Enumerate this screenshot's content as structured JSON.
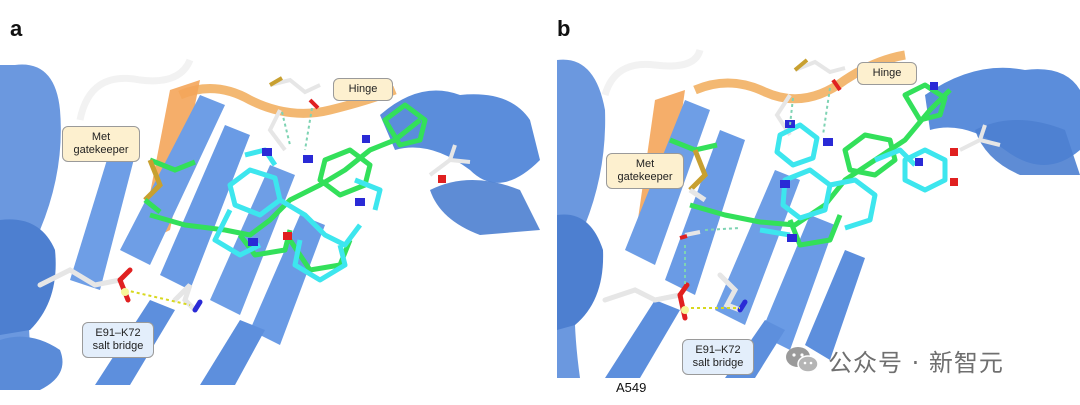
{
  "panels": [
    {
      "letter": "a",
      "labels": {
        "hinge": "Hinge",
        "gatekeeper": "Met\ngatekeeper",
        "salt_bridge": "E91–K72\nsalt bridge"
      }
    },
    {
      "letter": "b",
      "labels": {
        "hinge": "Hinge",
        "gatekeeper": "Met\ngatekeeper",
        "salt_bridge": "E91–K72\nsalt bridge"
      },
      "caption": "A549"
    }
  ],
  "watermark": {
    "text": "公众号 · 新智元",
    "icon": "wechat-logo-icon"
  },
  "colors": {
    "helix": "#5b8ddb",
    "sheet": "#6e9ee6",
    "hinge_loop": "#f3b872",
    "gatekeeper_strand": "#f4a55a",
    "ligand_green": "#33e05a",
    "ligand_cyan": "#3de6ee",
    "nitrogen": "#2a2ad6",
    "oxygen": "#e02020",
    "sulfur": "#c8a030",
    "residue": "#e6e6e6",
    "label_yellow": "#fdf0cf",
    "label_blue": "#e3eefb"
  }
}
